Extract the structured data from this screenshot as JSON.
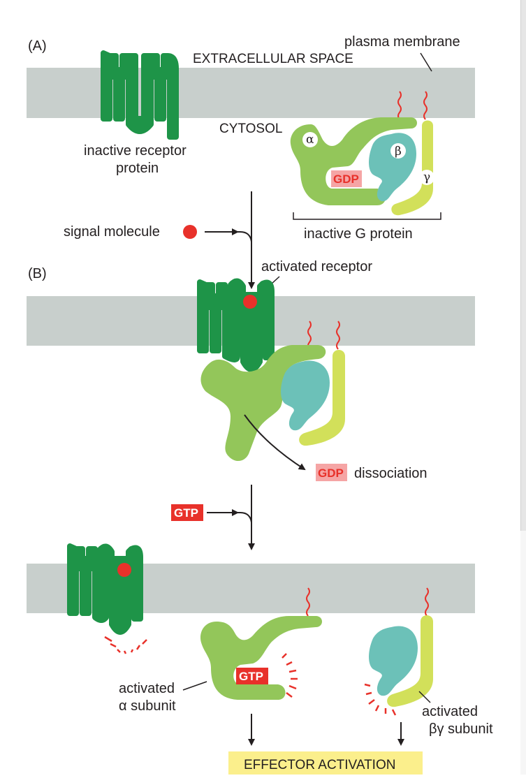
{
  "panels": {
    "a_label": "(A)",
    "b_label": "(B)"
  },
  "labels": {
    "plasma_membrane": "plasma membrane",
    "extracellular_space": "EXTRACELLULAR SPACE",
    "cytosol": "CYTOSOL",
    "inactive_receptor_line1": "inactive receptor",
    "inactive_receptor_line2": "protein",
    "inactive_g_protein": "inactive G protein",
    "signal_molecule": "signal molecule",
    "activated_receptor": "activated receptor",
    "dissociation": "dissociation",
    "activated_alpha_line1": "activated",
    "activated_alpha_line2": "α subunit",
    "activated_by_line1": "activated",
    "activated_by_line2": "βγ subunit",
    "effector_activation": "EFFECTOR ACTIVATION"
  },
  "subunits": {
    "alpha": "α",
    "beta": "β",
    "gamma": "γ"
  },
  "nucleotides": {
    "gdp": "GDP",
    "gtp": "GTP"
  },
  "colors": {
    "membrane": "#c8cfcc",
    "receptor": "#1e9448",
    "alpha_subunit": "#93c65a",
    "beta_subunit": "#6cc1b8",
    "gamma_subunit": "#d2e05a",
    "signal_molecule": "#e8312a",
    "gdp_tag": "#f5a5a5",
    "gdp_text": "#e8312a",
    "gtp_tag": "#e8312a",
    "gtp_text": "#ffffff",
    "effector_box": "#fbef8c",
    "activation_rays": "#e8312a"
  }
}
